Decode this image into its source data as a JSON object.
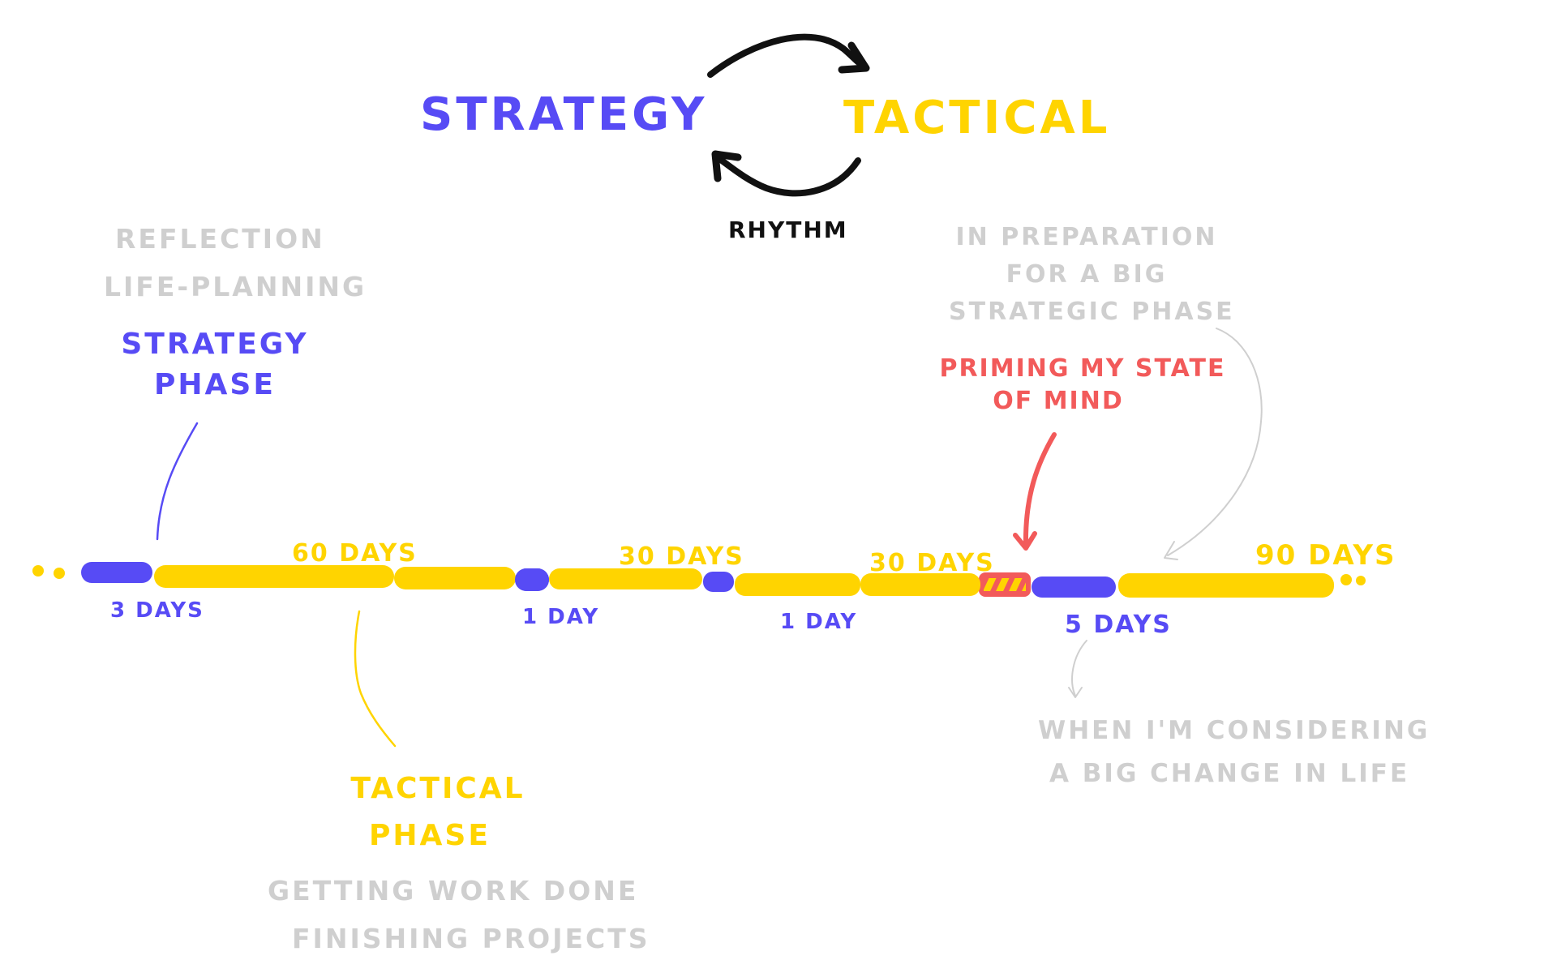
{
  "colors": {
    "strategy": "#574BF5",
    "tactical": "#FFD400",
    "priming": "#F25A5A",
    "annotation": "#CFCFCF",
    "ink": "#111111",
    "background": "#FFFFFF"
  },
  "header": {
    "left_title": "STRATEGY",
    "right_title": "TACTICAL",
    "cycle_label": "RHYTHM",
    "cycle_icons": [
      "arrow-right-curved-icon",
      "arrow-left-curved-icon"
    ]
  },
  "strategy_annotation": {
    "notes": [
      "REFLECTION",
      "LIFE-PLANNING"
    ],
    "phase_line1": "STRATEGY",
    "phase_line2": "PHASE"
  },
  "tactical_annotation": {
    "phase_line1": "TACTICAL",
    "phase_line2": "PHASE",
    "notes": [
      "GETTING WORK DONE",
      "FINISHING PROJECTS"
    ]
  },
  "preparation_annotation": {
    "notes": [
      "IN PREPARATION",
      "FOR A BIG",
      "STRATEGIC PHASE"
    ]
  },
  "priming_annotation": {
    "line1": "PRIMING MY STATE",
    "line2": "OF MIND"
  },
  "change_annotation": {
    "notes": [
      "WHEN I'M CONSIDERING",
      "A BIG CHANGE IN LIFE"
    ]
  },
  "timeline": {
    "segments": [
      {
        "type": "strategy",
        "duration": "3 DAYS",
        "label_position": "below"
      },
      {
        "type": "tactical",
        "duration": "60 DAYS",
        "label_position": "above"
      },
      {
        "type": "strategy",
        "duration": "1 DAY",
        "label_position": "below"
      },
      {
        "type": "tactical",
        "duration": "30 DAYS",
        "label_position": "above"
      },
      {
        "type": "strategy",
        "duration": "1 DAY",
        "label_position": "below"
      },
      {
        "type": "tactical",
        "duration": "30 DAYS",
        "label_position": "above"
      },
      {
        "type": "priming",
        "duration": "",
        "label_position": "none"
      },
      {
        "type": "strategy",
        "duration": "5 DAYS",
        "label_position": "below"
      },
      {
        "type": "tactical",
        "duration": "90 DAYS",
        "label_position": "above"
      }
    ],
    "leading_ellipsis": "..",
    "trailing_ellipsis": ".."
  }
}
